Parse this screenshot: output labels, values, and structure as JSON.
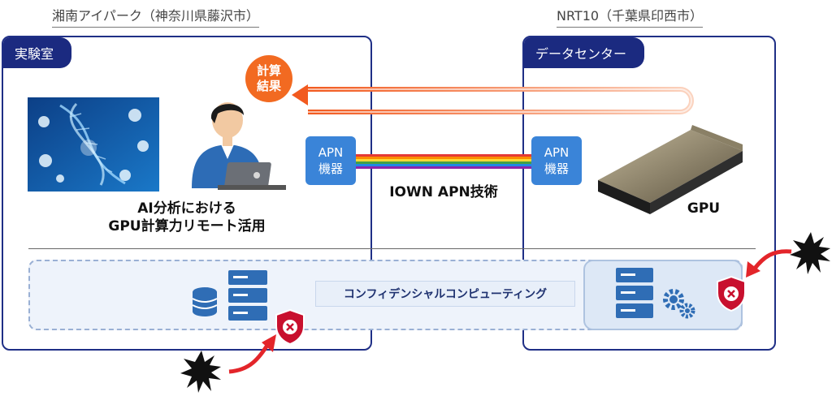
{
  "left_site": {
    "title": "湘南アイパーク（神奈川県藤沢市）",
    "tag": "実験室"
  },
  "right_site": {
    "title": "NRT10（千葉県印西市）",
    "tag": "データセンター"
  },
  "result": {
    "line1": "計算",
    "line2": "結果"
  },
  "apn_left": {
    "line1": "APN",
    "line2": "機器"
  },
  "apn_right": {
    "line1": "APN",
    "line2": "機器"
  },
  "link_label": "IOWN APN技術",
  "use_case": {
    "line1": "AI分析における",
    "line2": "GPU計算力リモート活用"
  },
  "gpu_label": "GPU",
  "confidential_label": "コンフィデンシャルコンピューティング",
  "colors": {
    "navy": "#1b2a80",
    "apn_blue": "#3a84d8",
    "result_orange": "#f26a21",
    "shield_red": "#c8102e",
    "attack_red": "#e3252a"
  },
  "icons": [
    "dna-science-image",
    "person-laptop-icon",
    "gpu-card-image",
    "server-icon",
    "database-icon",
    "gears-icon",
    "shield-x-icon",
    "attack-burst-icon",
    "arrow-icon"
  ]
}
